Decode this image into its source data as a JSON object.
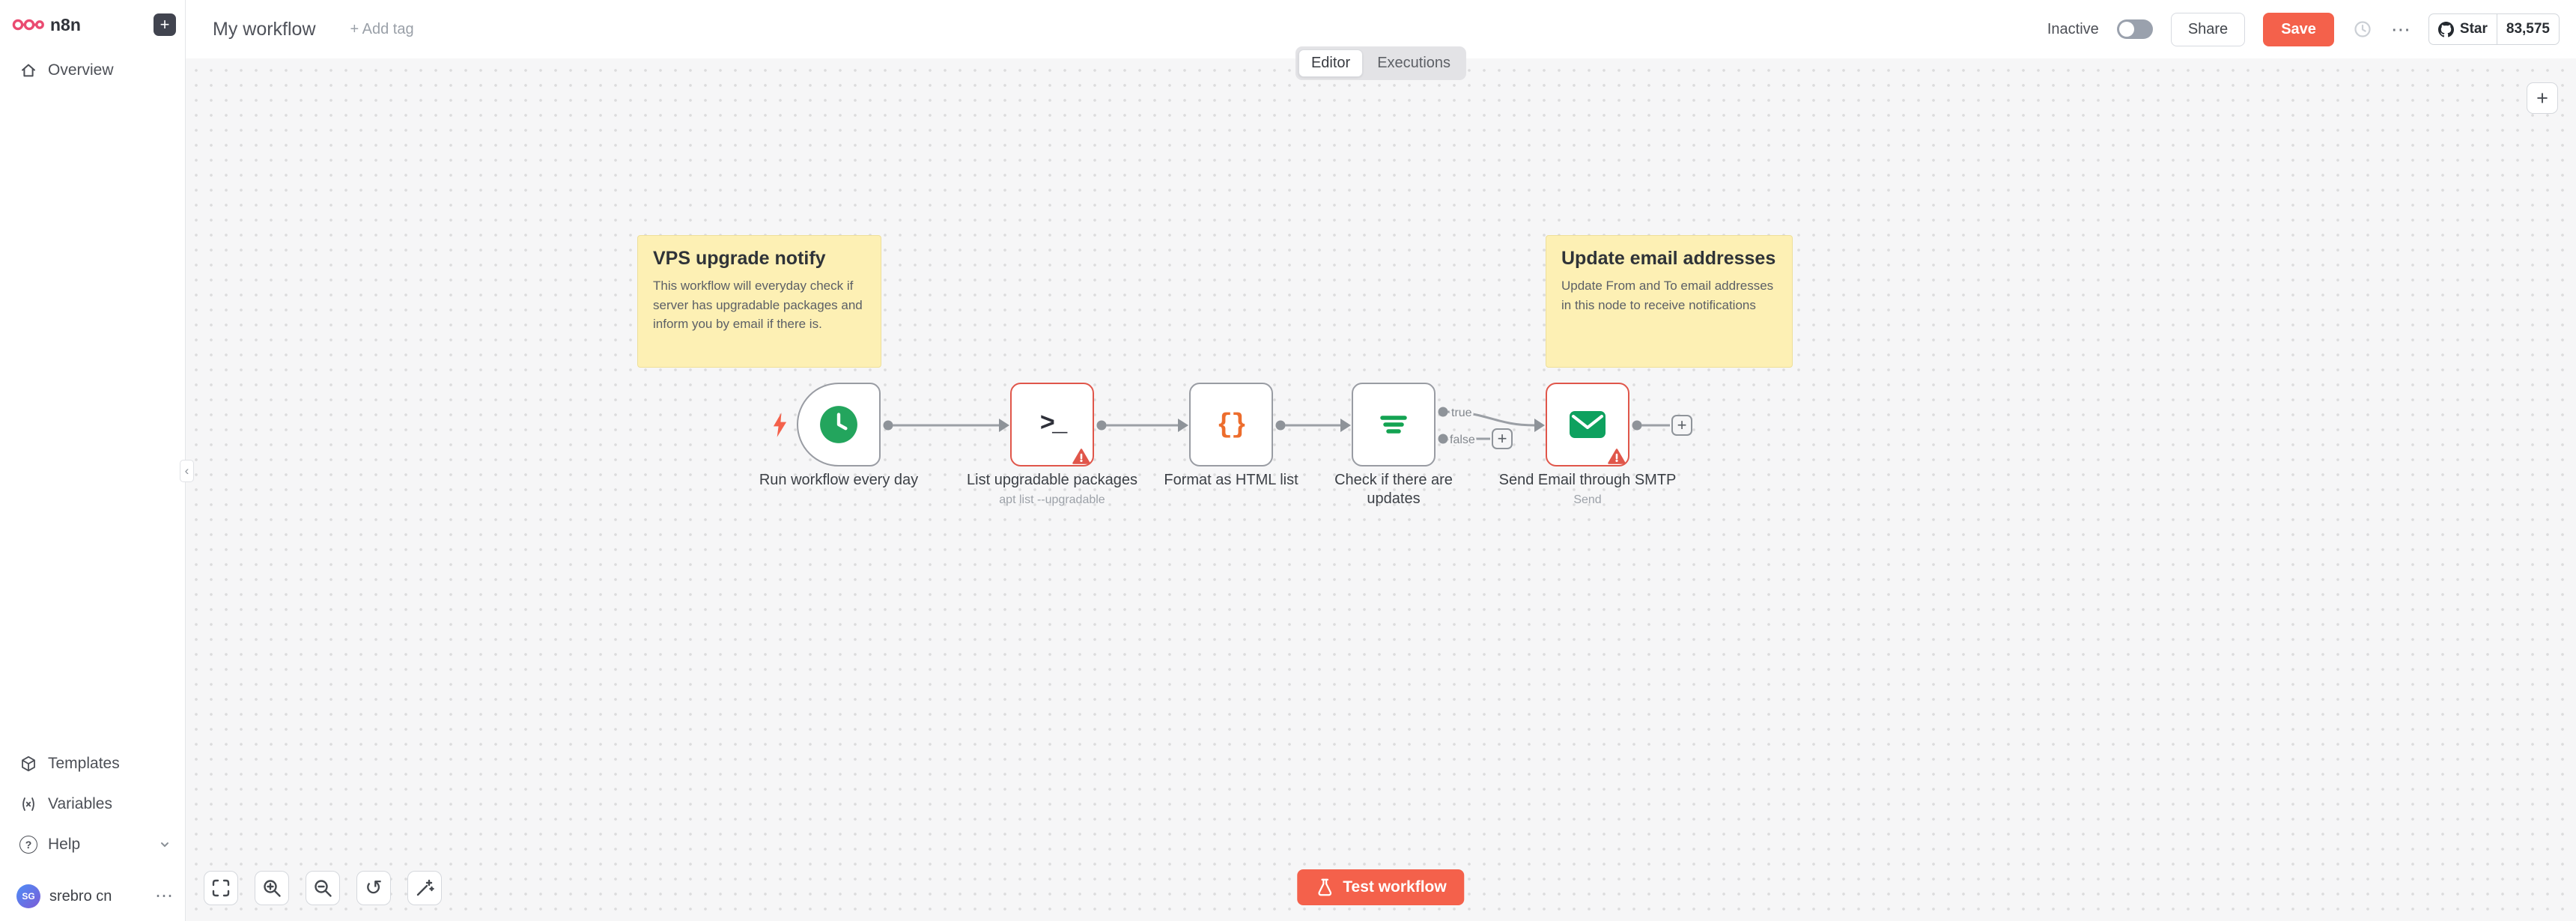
{
  "brand": {
    "name": "n8n"
  },
  "icons": {
    "plus_glyph": "+",
    "kebab_glyph": "⋯",
    "undo_glyph": "↺",
    "collapse_glyph": "‹",
    "question_glyph": "?",
    "terminal_glyph": ">_",
    "braces_glyph": "{}"
  },
  "sidebar": {
    "overview_label": "Overview",
    "templates_label": "Templates",
    "variables_label": "Variables",
    "help_label": "Help",
    "user": {
      "name": "srebro cn",
      "initials": "SG"
    }
  },
  "header": {
    "title": "My workflow",
    "add_tag_label": "+ Add tag",
    "tab_editor": "Editor",
    "tab_executions": "Executions",
    "inactive_label": "Inactive",
    "share_label": "Share",
    "save_label": "Save",
    "github": {
      "star_label": "Star",
      "star_count": "83,575"
    }
  },
  "canvas": {
    "stickies": [
      {
        "title": "VPS upgrade notify",
        "body": "This workflow will everyday check if server has upgradable packages and inform you by email if there is."
      },
      {
        "title": "Update email addresses",
        "body": "Update From and To email addresses in this node to receive notifications"
      }
    ],
    "nodes": [
      {
        "label": "Run workflow every day"
      },
      {
        "label": "List upgradable packages",
        "subtitle": "apt list --upgradable"
      },
      {
        "label": "Format as HTML list"
      },
      {
        "label": "Check if there are updates"
      },
      {
        "label": "Send Email through SMTP",
        "subtitle": "Send"
      }
    ],
    "branch_labels": {
      "true": "true",
      "false": "false"
    }
  },
  "footer": {
    "test_workflow_label": "Test workflow"
  },
  "colors": {
    "accent": "#f4614b",
    "brand_pink": "#ea4b71",
    "sticky_bg": "#fdf0b4",
    "error": "#e0564a",
    "trigger_green": "#23a55d",
    "if_green": "#13a352",
    "mail_green": "#0ea15f",
    "canvas_bg": "#f6f6f7"
  }
}
